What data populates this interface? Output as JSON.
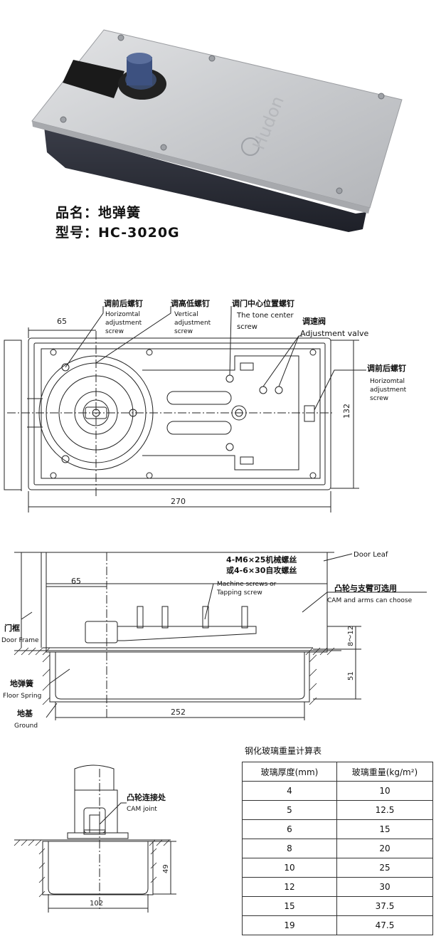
{
  "product": {
    "name_label": "品名：地弹簧",
    "model_label": "型号：HC-3020G",
    "plate_brand": "Hudon"
  },
  "plan_view": {
    "dim_65": "65",
    "dim_270": "270",
    "dim_132": "132",
    "callout_rear1_cn": "调前后螺钉",
    "callout_rear1_en1": "Horizomtal",
    "callout_rear1_en2": "adjustment",
    "callout_rear1_en3": "screw",
    "callout_height_cn": "调高低螺钉",
    "callout_height_en1": "Vertical",
    "callout_height_en2": "adjustment",
    "callout_height_en3": "screw",
    "callout_center_cn": "调门中心位置螺钉",
    "callout_center_en1": "The tone center",
    "callout_center_en2": "screw",
    "callout_valve_cn": "调速阀",
    "callout_valve_en": "Adjustment valve",
    "callout_rear2_cn": "调前后螺钉",
    "callout_rear2_en1": "Horizomtal",
    "callout_rear2_en2": "adjustment",
    "callout_rear2_en3": "screw"
  },
  "section_view": {
    "door_leaf": "Door Leaf",
    "screws_cn1": "4-M6×25机械螺丝",
    "screws_cn2": "或4-6×30自攻螺丝",
    "screws_en1": "Machine screws or",
    "screws_en2": "Tapping screw",
    "cam_cn": "凸轮与支臂可选用",
    "cam_en": "CAM and arms can choose",
    "frame_cn": "门框",
    "frame_en": "Door Frame",
    "spring_cn": "地弹簧",
    "spring_en": "Floor Spring",
    "ground_cn": "地基",
    "ground_en": "Ground",
    "dim_65": "65",
    "dim_8_12": "8～12",
    "dim_51": "51",
    "dim_252": "252"
  },
  "cam_view": {
    "label_cn": "凸轮连接处",
    "label_en": "CAM joint",
    "dim_49": "49",
    "dim_102": "102"
  },
  "glass_table": {
    "title": "钢化玻璃重量计算表",
    "header_thickness": "玻璃厚度(mm)",
    "header_weight": "玻璃重量(kg/m²)",
    "rows": [
      {
        "thickness": "4",
        "weight": "10"
      },
      {
        "thickness": "5",
        "weight": "12.5"
      },
      {
        "thickness": "6",
        "weight": "15"
      },
      {
        "thickness": "8",
        "weight": "20"
      },
      {
        "thickness": "10",
        "weight": "25"
      },
      {
        "thickness": "12",
        "weight": "30"
      },
      {
        "thickness": "15",
        "weight": "37.5"
      },
      {
        "thickness": "19",
        "weight": "47.5"
      }
    ]
  }
}
